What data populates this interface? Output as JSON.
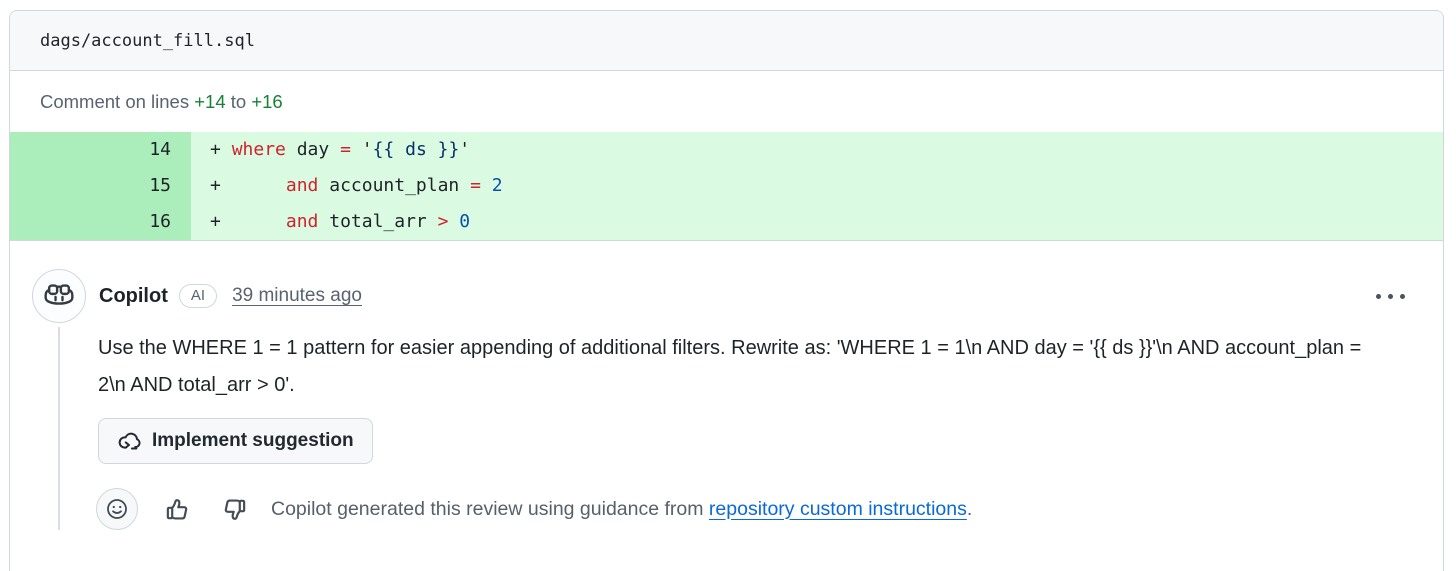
{
  "colors": {
    "border": "#d0d7de",
    "header_bg": "#f6f8fa",
    "muted_text": "#59636e",
    "addition_green": "#1a7f37",
    "gutter_bg": "#aceebb",
    "code_bg": "#dafbe1",
    "keyword_red": "#cf222e",
    "number_blue": "#0550ae",
    "string_navy": "#0a3069",
    "link_blue": "#0969da"
  },
  "file_header": {
    "path": "dags/account_fill.sql"
  },
  "range_line": {
    "prefix": "Comment on lines ",
    "start": "+14",
    "to": " to ",
    "end": "+16"
  },
  "diff": {
    "lines": [
      {
        "number": "14",
        "sign": "+",
        "tokens": [
          {
            "t": "where",
            "c": "k"
          },
          {
            "t": " day ",
            "c": "p"
          },
          {
            "t": "=",
            "c": "k"
          },
          {
            "t": " '",
            "c": "p"
          },
          {
            "t": "{{ ds }}",
            "c": "s"
          },
          {
            "t": "'",
            "c": "p"
          }
        ]
      },
      {
        "number": "15",
        "sign": "+",
        "tokens": [
          {
            "t": "     ",
            "c": "p"
          },
          {
            "t": "and",
            "c": "k"
          },
          {
            "t": " account_plan ",
            "c": "p"
          },
          {
            "t": "=",
            "c": "k"
          },
          {
            "t": " ",
            "c": "p"
          },
          {
            "t": "2",
            "c": "n"
          }
        ]
      },
      {
        "number": "16",
        "sign": "+",
        "tokens": [
          {
            "t": "     ",
            "c": "p"
          },
          {
            "t": "and",
            "c": "k"
          },
          {
            "t": " total_arr ",
            "c": "p"
          },
          {
            "t": ">",
            "c": "k"
          },
          {
            "t": " ",
            "c": "p"
          },
          {
            "t": "0",
            "c": "n"
          }
        ]
      }
    ]
  },
  "comment": {
    "author": "Copilot",
    "badge": "AI",
    "timestamp": "39 minutes ago",
    "body": "Use the WHERE 1 = 1 pattern for easier appending of additional filters. Rewrite as: 'WHERE 1 = 1\\n AND day = '{{ ds }}'\\n AND account_plan = 2\\n AND total_arr > 0'.",
    "implement_button": "Implement suggestion",
    "footer_before": "Copilot generated this review using guidance from ",
    "footer_link": "repository custom instructions",
    "footer_after": "."
  }
}
